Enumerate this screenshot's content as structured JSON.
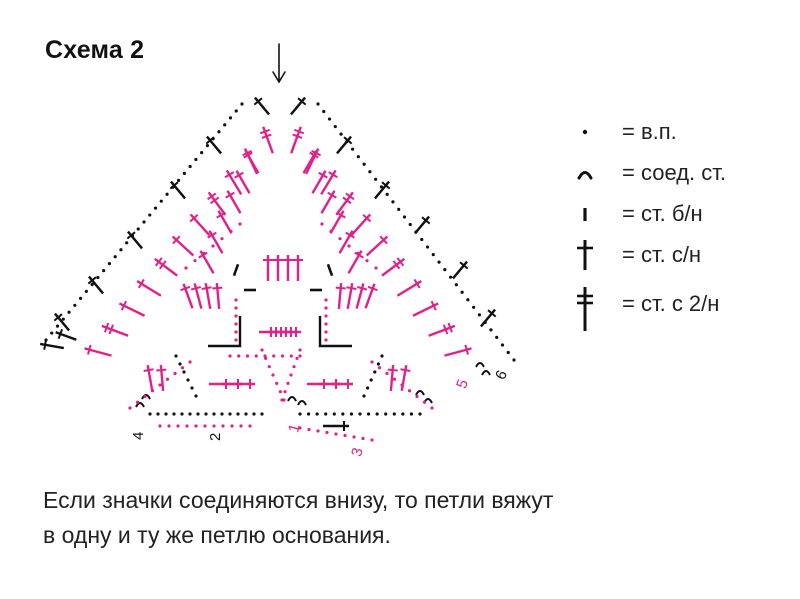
{
  "title": "Схема 2",
  "colors": {
    "ink": "#111111",
    "accent": "#e0218a"
  },
  "legend": [
    {
      "symbol": "chain-dot-icon",
      "text": "= в.п."
    },
    {
      "symbol": "slip-stitch-arc-icon",
      "text": "= соед. ст."
    },
    {
      "symbol": "single-crochet-bar-icon",
      "text": "= ст. б/н"
    },
    {
      "symbol": "double-crochet-cross-icon",
      "text": "= ст. с/н"
    },
    {
      "symbol": "treble-crochet-double-cross-icon",
      "text": "= ст. с 2/н"
    }
  ],
  "row_numbers": [
    "1",
    "2",
    "3",
    "4",
    "5",
    "6"
  ],
  "note": {
    "line1": "Если значки соединяются внизу, то петли вяжут",
    "line2": "в одну и ту же петлю основания."
  }
}
